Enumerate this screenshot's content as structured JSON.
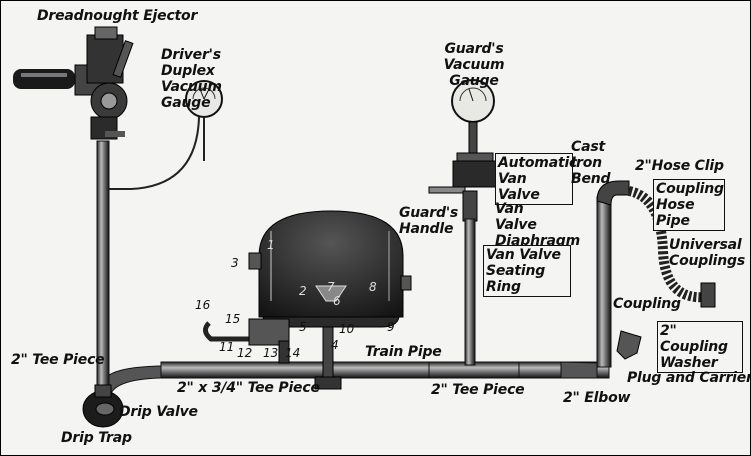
{
  "labels": {
    "dreadnought_ejector": "Dreadnought Ejector",
    "drivers_duplex_gauge": "Driver's Duplex Vacuum Gauge",
    "guards_vacuum_gauge": "Guard's Vacuum Gauge",
    "automatic_van_valve": "Automatic Van Valve",
    "van_valve_diaphragm": "Van Valve Diaphragm",
    "guards_handle": "Guard's Handle",
    "van_valve_seating_ring": "Van Valve Seating Ring",
    "cast_iron_bend": "Cast Iron Bend",
    "hose_clip": "2\"Hose Clip",
    "coupling_hose_pipe": "Coupling Hose Pipe",
    "universal_couplings": "Universal Couplings",
    "coupling": "Coupling",
    "coupling_washer": "2\" Coupling Washer",
    "plug_and_carrier": "Plug and Carrier",
    "elbow": "2\" Elbow",
    "tee_piece_right": "2\" Tee Piece",
    "train_pipe": "Train Pipe",
    "tee_piece_small": "2\" x 3/4\" Tee Piece",
    "tee_piece_left": "2\" Tee Piece",
    "drip_valve": "Drip Valve",
    "drip_trap": "Drip Trap"
  },
  "numbers": [
    "1",
    "2",
    "3",
    "4",
    "5",
    "6",
    "7",
    "8",
    "9",
    "10",
    "11",
    "12",
    "13",
    "14",
    "15",
    "16"
  ]
}
